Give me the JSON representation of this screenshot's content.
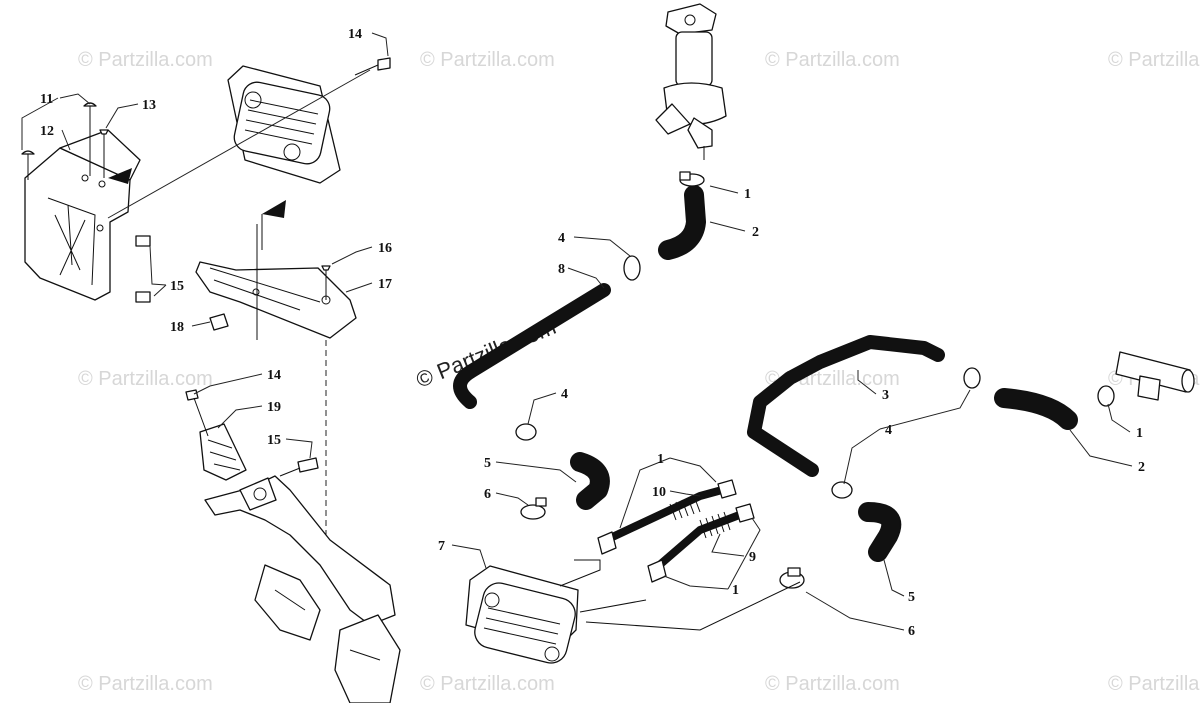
{
  "watermarks": {
    "text": "© Partzilla.com",
    "main": "© Partzilla.com"
  },
  "callouts": [
    {
      "id": "c14a",
      "label": "14"
    },
    {
      "id": "c11",
      "label": "11"
    },
    {
      "id": "c13",
      "label": "13"
    },
    {
      "id": "c12",
      "label": "12"
    },
    {
      "id": "c16",
      "label": "16"
    },
    {
      "id": "c17",
      "label": "17"
    },
    {
      "id": "c15a",
      "label": "15"
    },
    {
      "id": "c18",
      "label": "18"
    },
    {
      "id": "c14b",
      "label": "14"
    },
    {
      "id": "c19",
      "label": "19"
    },
    {
      "id": "c15b",
      "label": "15"
    },
    {
      "id": "c1a",
      "label": "1"
    },
    {
      "id": "c2a",
      "label": "2"
    },
    {
      "id": "c4a",
      "label": "4"
    },
    {
      "id": "c8",
      "label": "8"
    },
    {
      "id": "c4b",
      "label": "4"
    },
    {
      "id": "c5a",
      "label": "5"
    },
    {
      "id": "c6a",
      "label": "6"
    },
    {
      "id": "c1b",
      "label": "1"
    },
    {
      "id": "c10",
      "label": "10"
    },
    {
      "id": "c9",
      "label": "9"
    },
    {
      "id": "c1c",
      "label": "1"
    },
    {
      "id": "c7",
      "label": "7"
    },
    {
      "id": "c3",
      "label": "3"
    },
    {
      "id": "c4c",
      "label": "4"
    },
    {
      "id": "c1d",
      "label": "1"
    },
    {
      "id": "c2b",
      "label": "2"
    },
    {
      "id": "c5b",
      "label": "5"
    },
    {
      "id": "c6b",
      "label": "6"
    }
  ]
}
